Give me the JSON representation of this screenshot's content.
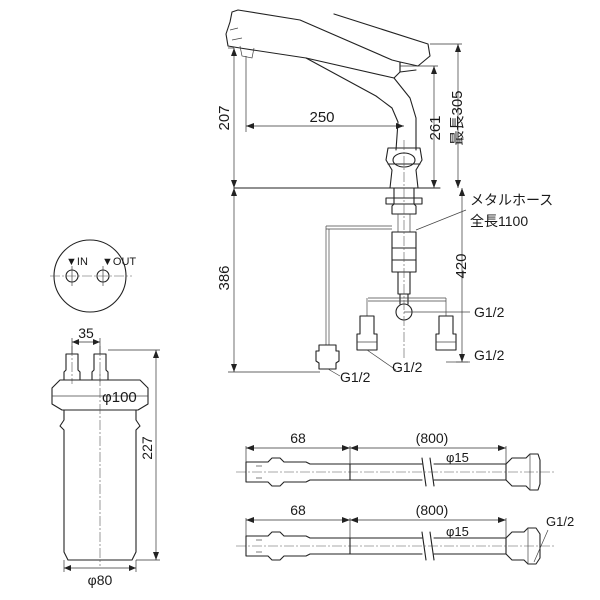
{
  "faucet": {
    "dim_height_top": "207",
    "dim_reach": "250",
    "dim_spout_height": "261",
    "dim_max_length": "最長305",
    "dim_below_counter": "386",
    "dim_hose_drop": "420",
    "hose_note_line1": "メタルホース",
    "hose_note_line2": "全長1100",
    "thread_left": "G1/2",
    "thread_center": "G1/2",
    "thread_right_upper": "G1/2",
    "thread_right_lower": "G1/2"
  },
  "cartridge": {
    "port_in": "▼IN",
    "port_out": "▼OUT",
    "dim_port_spacing": "35",
    "dim_diameter_top": "φ100",
    "dim_height": "227",
    "dim_diameter_bottom": "φ80"
  },
  "hoses": {
    "upper_fitting_length": "68",
    "upper_length": "(800)",
    "upper_diameter": "φ15",
    "lower_fitting_length": "68",
    "lower_length": "(800)",
    "lower_diameter": "φ15",
    "lower_thread": "G1/2"
  }
}
